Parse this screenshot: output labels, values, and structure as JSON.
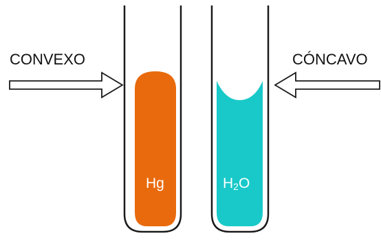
{
  "labels": {
    "convex": "CONVEXO",
    "concave": "CÓNCAVO"
  },
  "liquids": {
    "mercury": {
      "symbol": "Hg",
      "color": "#e96a0c"
    },
    "water": {
      "symbol_main": "H",
      "symbol_sub": "2",
      "symbol_tail": "O",
      "color": "#19c9c9"
    }
  },
  "colors": {
    "tube_outline": "#1a1a1a",
    "arrow_outline": "#1a1a1a",
    "arrow_fill": "#ffffff",
    "text": "#111111"
  },
  "icons": {
    "left_arrow": "right-pointing-outline-arrow",
    "right_arrow": "left-pointing-outline-arrow"
  }
}
